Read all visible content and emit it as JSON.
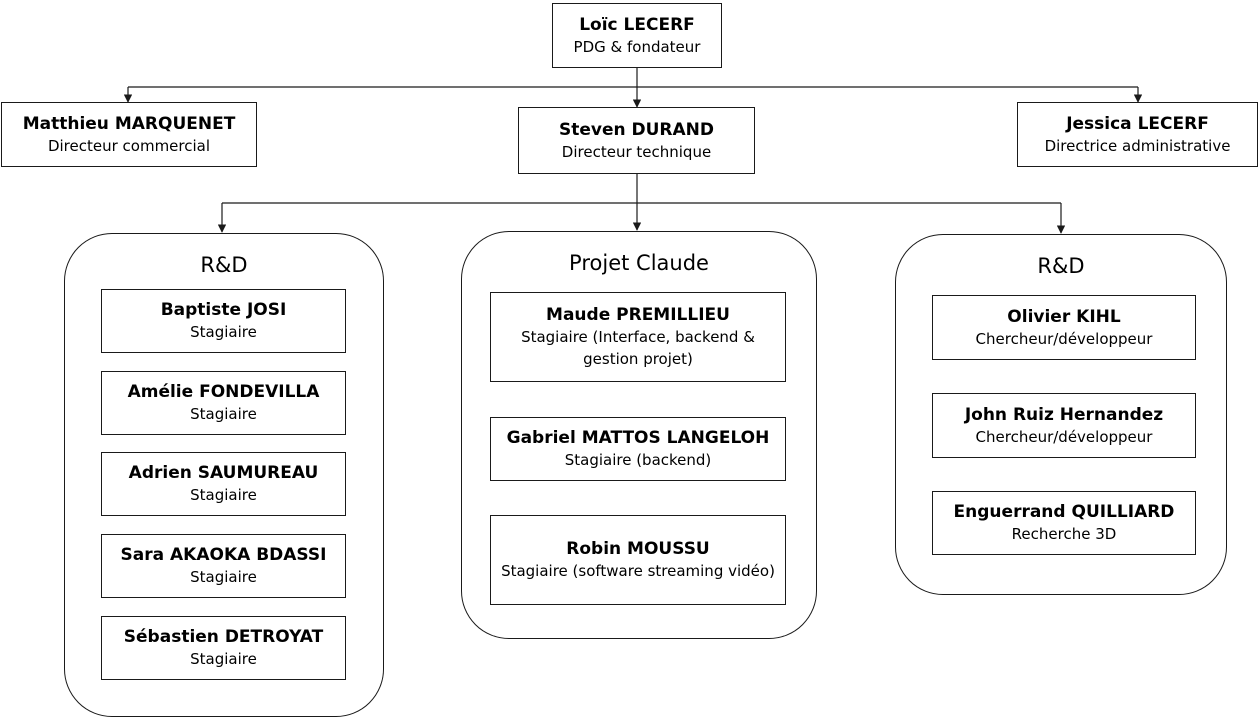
{
  "ceo": {
    "name": "Loïc LECERF",
    "role": "PDG & fondateur"
  },
  "executives": {
    "commercial": {
      "name": "Matthieu MARQUENET",
      "role": "Directeur commercial"
    },
    "technical": {
      "name": "Steven DURAND",
      "role": "Directeur technique"
    },
    "administrative": {
      "name": "Jessica LECERF",
      "role": "Directrice administrative"
    }
  },
  "groups": [
    {
      "title": "R&D",
      "members": [
        {
          "name": "Baptiste JOSI",
          "role": "Stagiaire"
        },
        {
          "name": "Amélie FONDEVILLA",
          "role": "Stagiaire"
        },
        {
          "name": "Adrien SAUMUREAU",
          "role": "Stagiaire"
        },
        {
          "name": "Sara AKAOKA BDASSI",
          "role": "Stagiaire"
        },
        {
          "name": "Sébastien DETROYAT",
          "role": "Stagiaire"
        }
      ]
    },
    {
      "title": "Projet Claude",
      "members": [
        {
          "name": "Maude PREMILLIEU",
          "role": "Stagiaire (Interface, backend & gestion projet)"
        },
        {
          "name": "Gabriel MATTOS LANGELOH",
          "role": "Stagiaire (backend)"
        },
        {
          "name": "Robin MOUSSU",
          "role": "Stagiaire (software streaming vidéo)"
        }
      ]
    },
    {
      "title": "R&D",
      "members": [
        {
          "name": "Olivier KIHL",
          "role": "Chercheur/développeur"
        },
        {
          "name": "John Ruiz Hernandez",
          "role": "Chercheur/développeur"
        },
        {
          "name": "Enguerrand QUILLIARD",
          "role": "Recherche 3D"
        }
      ]
    }
  ],
  "colors": {
    "line": "#1a1a1a",
    "background": "#ffffff"
  }
}
